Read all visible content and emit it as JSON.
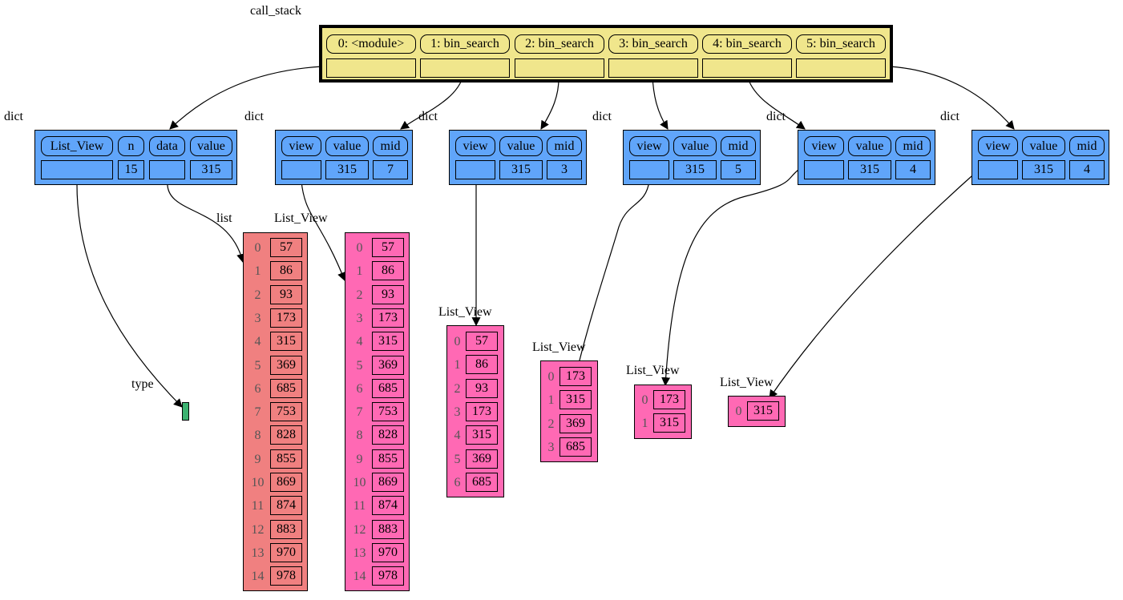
{
  "call_stack": {
    "label": "call_stack",
    "frames": [
      "0: <module>",
      "1: bin_search",
      "2: bin_search",
      "3: bin_search",
      "4: bin_search",
      "5: bin_search"
    ]
  },
  "dicts": [
    {
      "label": "dict",
      "keys": [
        "List_View",
        "n",
        "data",
        "value"
      ],
      "values": [
        "",
        "15",
        "",
        "315"
      ]
    },
    {
      "label": "dict",
      "keys": [
        "view",
        "value",
        "mid"
      ],
      "values": [
        "",
        "315",
        "7"
      ]
    },
    {
      "label": "dict",
      "keys": [
        "view",
        "value",
        "mid"
      ],
      "values": [
        "",
        "315",
        "3"
      ]
    },
    {
      "label": "dict",
      "keys": [
        "view",
        "value",
        "mid"
      ],
      "values": [
        "",
        "315",
        "5"
      ]
    },
    {
      "label": "dict",
      "keys": [
        "view",
        "value",
        "mid"
      ],
      "values": [
        "",
        "315",
        "4"
      ]
    },
    {
      "label": "dict",
      "keys": [
        "view",
        "value",
        "mid"
      ],
      "values": [
        "",
        "315",
        "4"
      ]
    }
  ],
  "lists": [
    {
      "label": "list",
      "items": [
        "57",
        "86",
        "93",
        "173",
        "315",
        "369",
        "685",
        "753",
        "828",
        "855",
        "869",
        "874",
        "883",
        "970",
        "978"
      ]
    },
    {
      "label": "List_View",
      "items": [
        "57",
        "86",
        "93",
        "173",
        "315",
        "369",
        "685",
        "753",
        "828",
        "855",
        "869",
        "874",
        "883",
        "970",
        "978"
      ]
    },
    {
      "label": "List_View",
      "items": [
        "57",
        "86",
        "93",
        "173",
        "315",
        "369",
        "685"
      ]
    },
    {
      "label": "List_View",
      "items": [
        "173",
        "315",
        "369",
        "685"
      ]
    },
    {
      "label": "List_View",
      "items": [
        "173",
        "315"
      ]
    },
    {
      "label": "List_View",
      "items": [
        "315"
      ]
    }
  ],
  "type_node": {
    "label": "type"
  },
  "colors": {
    "call_stack": "#f0e68c",
    "dict": "#60a5fa",
    "list": "#f08080",
    "list_view": "#ff69b4",
    "type": "#3cb371"
  }
}
